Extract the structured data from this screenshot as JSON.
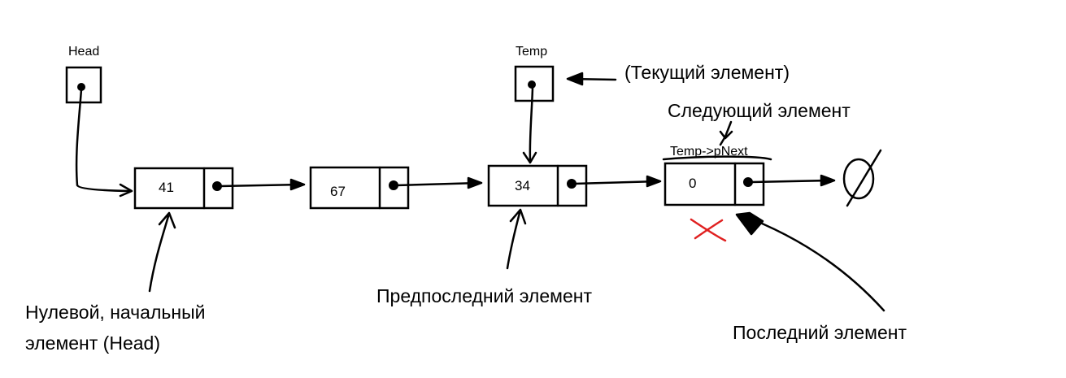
{
  "pointers": {
    "head": "Head",
    "temp": "Temp"
  },
  "nodes": [
    {
      "value": "41"
    },
    {
      "value": "67"
    },
    {
      "value": "34"
    },
    {
      "value": "0"
    }
  ],
  "annotations": {
    "current": "(Текущий элемент)",
    "next": "Следующий элемент",
    "temp_next": "Temp->pNext",
    "zero_line1": "Нулевой, начальный",
    "zero_line2": "элемент (Head)",
    "penultimate": "Предпоследний элемент",
    "last": "Последний элемент"
  },
  "null_symbol": "Ø",
  "colors": {
    "removed_mark": "#e02020"
  }
}
